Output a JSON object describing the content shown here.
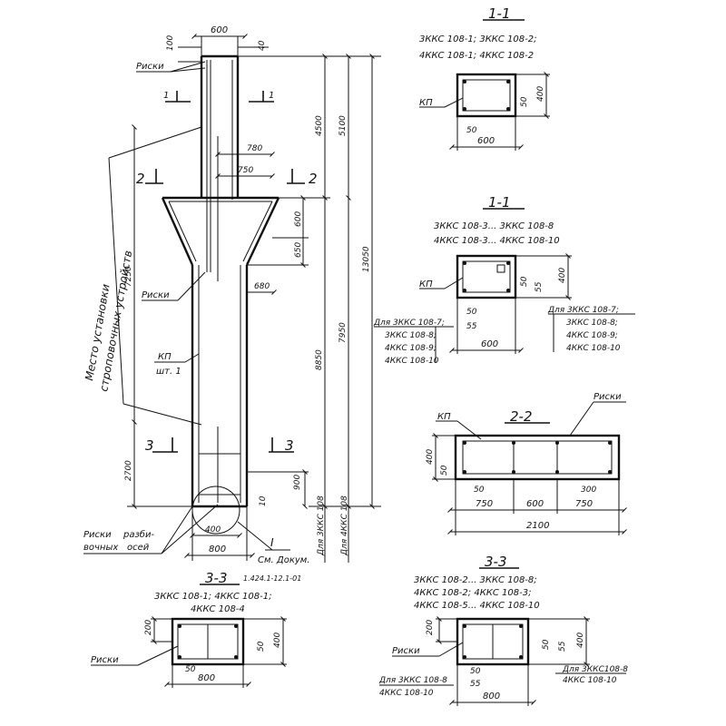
{
  "column": {
    "top_dims": {
      "width": "600",
      "d100": "100",
      "d40": "40"
    },
    "labels": {
      "riski_top": "Риски",
      "riski_mid": "Риски",
      "riski_bottom_1": "Риски",
      "riski_bottom_2": "разби-",
      "riski_bottom_3": "вочных",
      "riski_bottom_4": "осей",
      "kp": "КП",
      "kp_count": "шт. 1",
      "mesto_1": "Место установки",
      "mesto_2": "строповочных устройств"
    },
    "cuts": {
      "c1": "1",
      "c2": "2",
      "c3": "3"
    },
    "console_dims": {
      "d780": "780",
      "d750": "750",
      "d600": "600",
      "d650": "650",
      "d680": "680"
    },
    "left_dims": {
      "d7250": "7250",
      "d2700": "2700"
    },
    "bottom_dims": {
      "d10": "10",
      "d900": "900",
      "d400": "400",
      "d800": "800"
    },
    "detail_mark": "I",
    "detail_ref_1": "См. Докум.",
    "detail_ref_2": "1.424.1-12.1-01",
    "right_dims": {
      "d4500": "4500",
      "d5100": "5100",
      "d8850": "8850",
      "d7950": "7950",
      "d13050": "13050"
    },
    "for_labels": {
      "a": "Для 3ККС 108",
      "b": "Для 4ККС 108"
    }
  },
  "section_1_1_a": {
    "title": "1-1",
    "series_1": "3ККС 108-1;  3ККС 108-2;",
    "series_2": "4ККС 108-1;  4ККС 108-2",
    "kp": "КП",
    "dims": {
      "d50r": "50",
      "d400": "400",
      "d50": "50",
      "d600": "600"
    }
  },
  "section_1_1_b": {
    "title": "1-1",
    "series_1": "3ККС 108-3... 3ККС 108-8",
    "series_2": "4ККС 108-3... 4ККС 108-10",
    "kp": "КП",
    "dims": {
      "d50": "50",
      "d55": "55",
      "d600": "600",
      "d50r": "50",
      "d55r": "55",
      "d400": "400"
    },
    "notes_left": [
      "Для 3ККС 108-7;",
      "3ККС 108-8;",
      "4ККС 108-9;",
      "4ККС 108-10"
    ],
    "notes_right": [
      "Для 3ККС 108-7;",
      "3ККС 108-8;",
      "4ККС 108-9;",
      "4ККС 108-10"
    ]
  },
  "section_2_2": {
    "title": "2-2",
    "kp": "КП",
    "riski": "Риски",
    "dims": {
      "d400": "400",
      "d50l": "50",
      "d50": "50",
      "d300": "300",
      "d750a": "750",
      "d600": "600",
      "d750b": "750",
      "d2100": "2100"
    }
  },
  "section_3_3_a": {
    "title": "3-3",
    "series_1": "3ККС 108-1;  4ККС 108-1;",
    "series_2": "4ККС 108-4",
    "riski": "Риски",
    "dims": {
      "d200": "200",
      "d50r": "50",
      "d400": "400",
      "d50": "50",
      "d800": "800"
    }
  },
  "section_3_3_b": {
    "title": "3-3",
    "series_1": "3ККС 108-2... 3ККС 108-8;",
    "series_2": "4ККС 108-2;  4ККС 108-3;",
    "series_3": "4ККС 108-5... 4ККС 108-10",
    "riski": "Риски",
    "dims": {
      "d200": "200",
      "d50r": "50",
      "d55r": "55",
      "d400": "400",
      "d50": "50",
      "d55": "55",
      "d800": "800"
    },
    "note_left_1": "Для 3ККС 108-8",
    "note_left_2": "4ККС 108-10",
    "note_right_1": "Для 3ККС108-8",
    "note_right_2": "4ККС 108-10"
  }
}
